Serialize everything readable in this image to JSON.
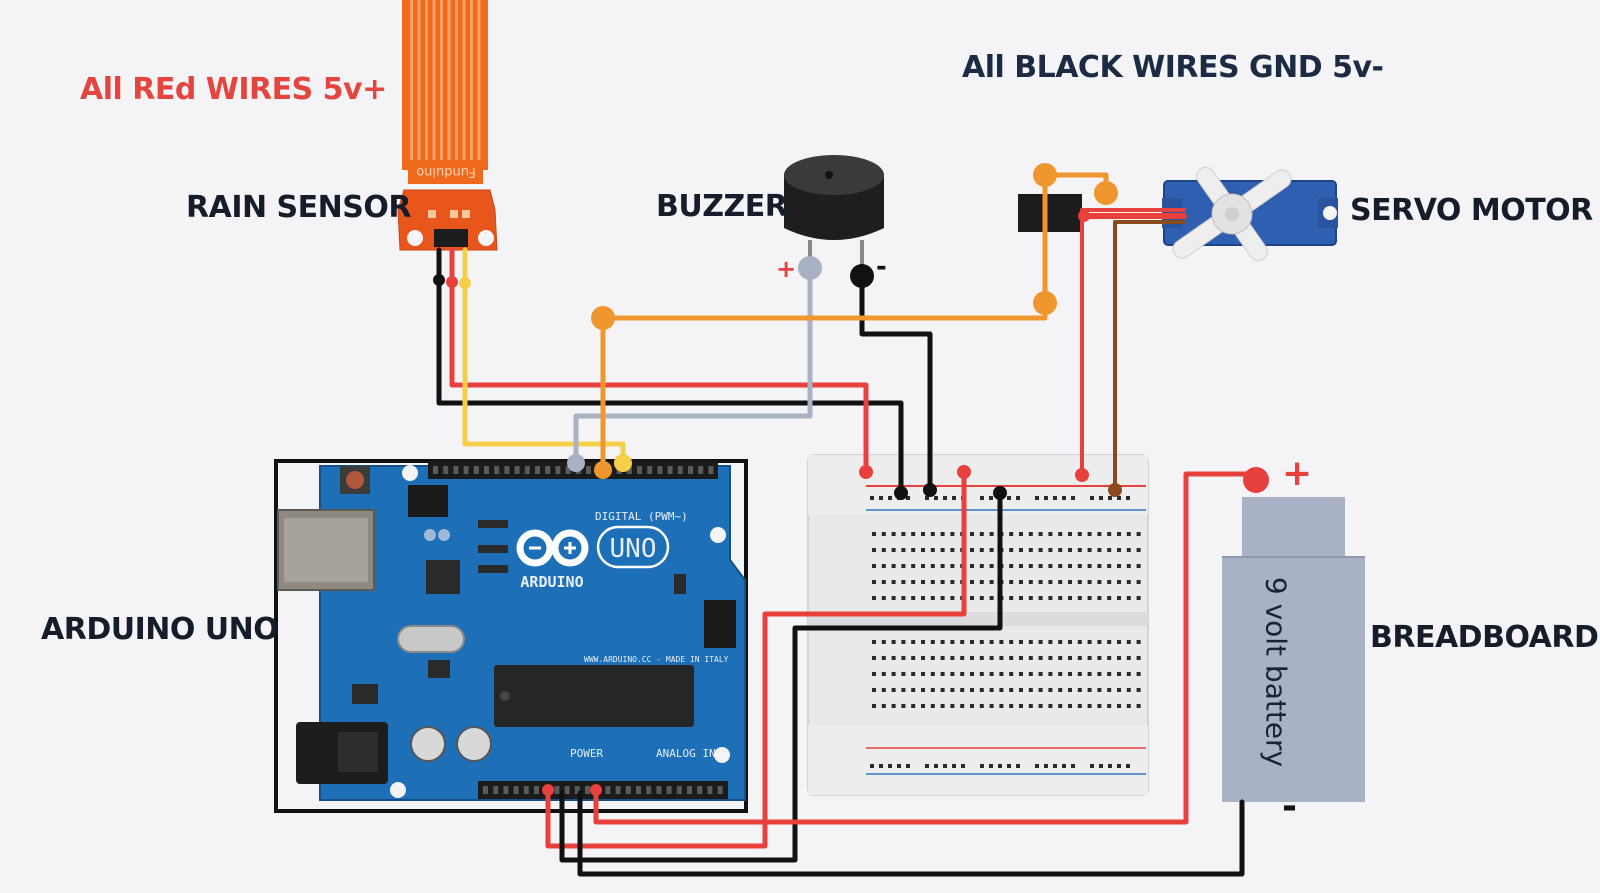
{
  "labels": {
    "red_wires": "All REd WIRES 5v+",
    "black_wires": "All BLACK WIRES GND 5v-",
    "rain_sensor": "RAIN SENSOR",
    "buzzer": "BUZZER",
    "servo_motor": "SERVO MOTOR",
    "arduino_uno": "ARDUINO UNO",
    "breadboard": "BREADBOARD",
    "battery": "9 volt battery"
  },
  "polarity": {
    "plus": "+",
    "minus": "-"
  },
  "board": {
    "brand": "ARDUINO",
    "model": "UNO",
    "digital": "DIGITAL (PWM~)",
    "power": "POWER",
    "analog": "ANALOG IN",
    "website": "WWW.ARDUINO.CC - MADE IN ITALY",
    "sensor_brand": "Funduino"
  },
  "colors": {
    "red_wire": "#e8403c",
    "black_wire": "#111111",
    "orange_wire": "#f0962e",
    "yellow_wire": "#f5cf4a",
    "grey_wire": "#a9b1c4",
    "brown_wire": "#8a4a1e",
    "arduino_blue": "#1d6fb8",
    "sensor_orange": "#f06a1e"
  }
}
